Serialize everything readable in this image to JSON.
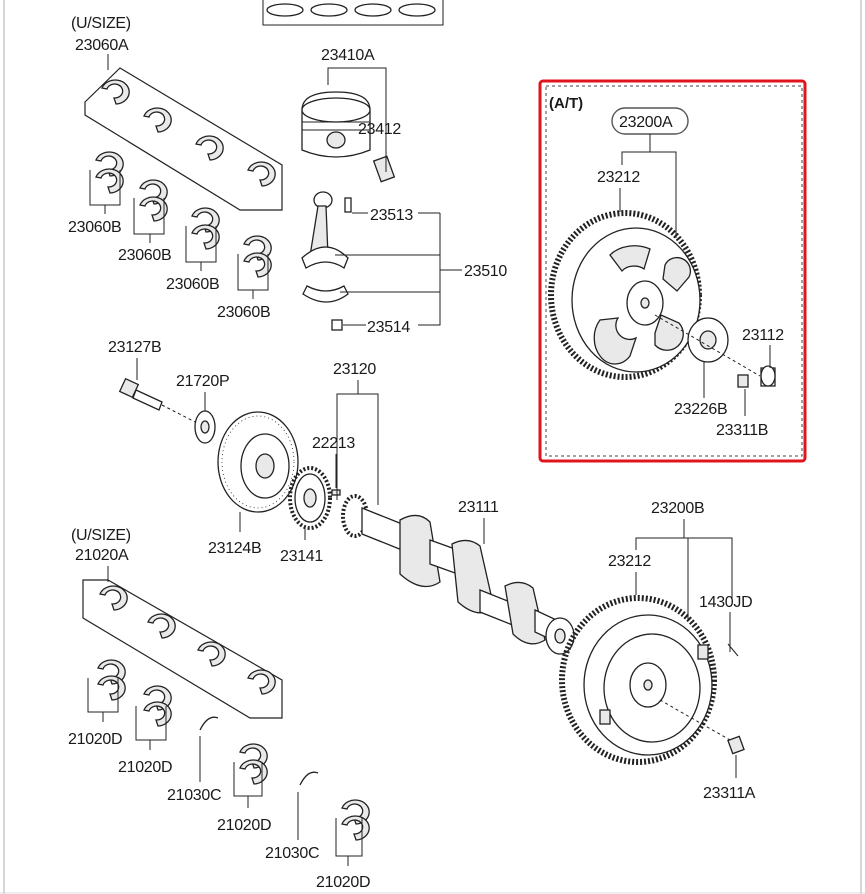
{
  "diagram": {
    "at_tag": "(A/T)",
    "labels": {
      "usize_top": "(U/SIZE)",
      "p23060A": "23060A",
      "p23410A": "23410A",
      "p23412": "23412",
      "p23513": "23513",
      "p23510": "23510",
      "p23514": "23514",
      "p23060B_1": "23060B",
      "p23060B_2": "23060B",
      "p23060B_3": "23060B",
      "p23060B_4": "23060B",
      "p23200A": "23200A",
      "p23212_at": "23212",
      "p23112": "23112",
      "p23226B": "23226B",
      "p23311B": "23311B",
      "p23127B": "23127B",
      "p21720P": "21720P",
      "p23120": "23120",
      "p22213": "22213",
      "p23124B": "23124B",
      "p23141": "23141",
      "p23111": "23111",
      "p23200B": "23200B",
      "p23212_mt": "23212",
      "p1430JD": "1430JD",
      "p23311A": "23311A",
      "usize_bottom": "(U/SIZE)",
      "p21020A": "21020A",
      "p21020D_1": "21020D",
      "p21020D_2": "21020D",
      "p21020D_3": "21020D",
      "p21020D_4": "21020D",
      "p21030C_1": "21030C",
      "p21030C_2": "21030C"
    }
  },
  "colors": {
    "highlight": "#e0141c",
    "ink": "#222222",
    "frame": "#c8c8c8"
  }
}
